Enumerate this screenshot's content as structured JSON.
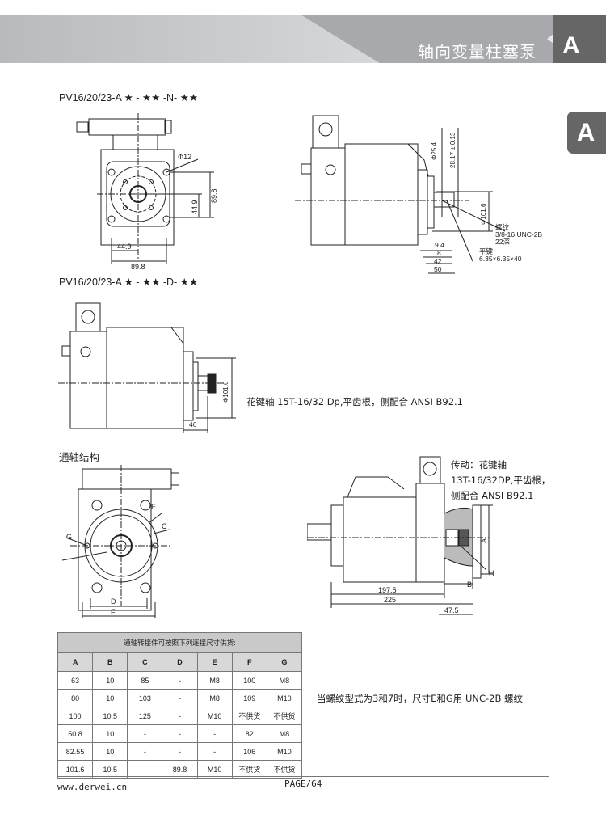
{
  "header": {
    "title": "轴向变量柱塞泵",
    "section_letter": "A",
    "side_tab_letter": "A",
    "colors": {
      "band_light": "#e6e7e8",
      "band_mid": "#a7a9ac",
      "tab_dark": "#666666"
    }
  },
  "section1": {
    "model_label": "PV16/20/23-A ★ - ★★ -N- ★★",
    "front_view": {
      "dims": [
        "Φ12",
        "89.8",
        "44.9",
        "44.9",
        "89.8"
      ]
    },
    "side_view": {
      "dims": [
        "Φ25.4",
        "28.17 ± 0.13",
        "Φ101.6",
        "9.4",
        "8",
        "42",
        "50"
      ],
      "thread_label": "螺纹",
      "thread_spec": "3/8-16 UNC-2B",
      "thread_depth": "22深",
      "key_label": "平键",
      "key_spec": "6.35×6.35×40"
    }
  },
  "section2": {
    "model_label": "PV16/20/23-A ★ - ★★ -D- ★★",
    "dims": [
      "Φ101.6",
      "46"
    ],
    "note": "花键轴 15T-16/32 Dp,平齿根，侧配合 ANSI B92.1"
  },
  "section3": {
    "title": "通轴结构",
    "front_dims": [
      "E",
      "C",
      "G",
      "D",
      "F"
    ],
    "side_dims": [
      "A",
      "H",
      "B",
      "197.5",
      "225",
      "47.5"
    ],
    "drive_note": [
      "传动：花键轴",
      "13T-16/32DP,平齿根，",
      "侧配合 ANSI B92.1"
    ]
  },
  "table": {
    "caption": "通轴转接件可按照下列连接尺寸供货:",
    "headers": [
      "A",
      "B",
      "C",
      "D",
      "E",
      "F",
      "G"
    ],
    "rows": [
      [
        "63",
        "10",
        "85",
        "-",
        "M8",
        "100",
        "M8"
      ],
      [
        "80",
        "10",
        "103",
        "-",
        "M8",
        "109",
        "M10"
      ],
      [
        "100",
        "10.5",
        "125",
        "-",
        "M10",
        "不供货",
        "不供货"
      ],
      [
        "50.8",
        "10",
        "-",
        "-",
        "-",
        "82",
        "M8"
      ],
      [
        "82.55",
        "10",
        "-",
        "-",
        "-",
        "106",
        "M10"
      ],
      [
        "101.6",
        "10.5",
        "-",
        "89.8",
        "M10",
        "不供货",
        "不供货"
      ]
    ]
  },
  "thread_note": "当螺纹型式为3和7时，尺寸E和G用 UNC-2B 螺纹",
  "footer": {
    "url": "www.derwei.cn",
    "page": "PAGE/64"
  }
}
